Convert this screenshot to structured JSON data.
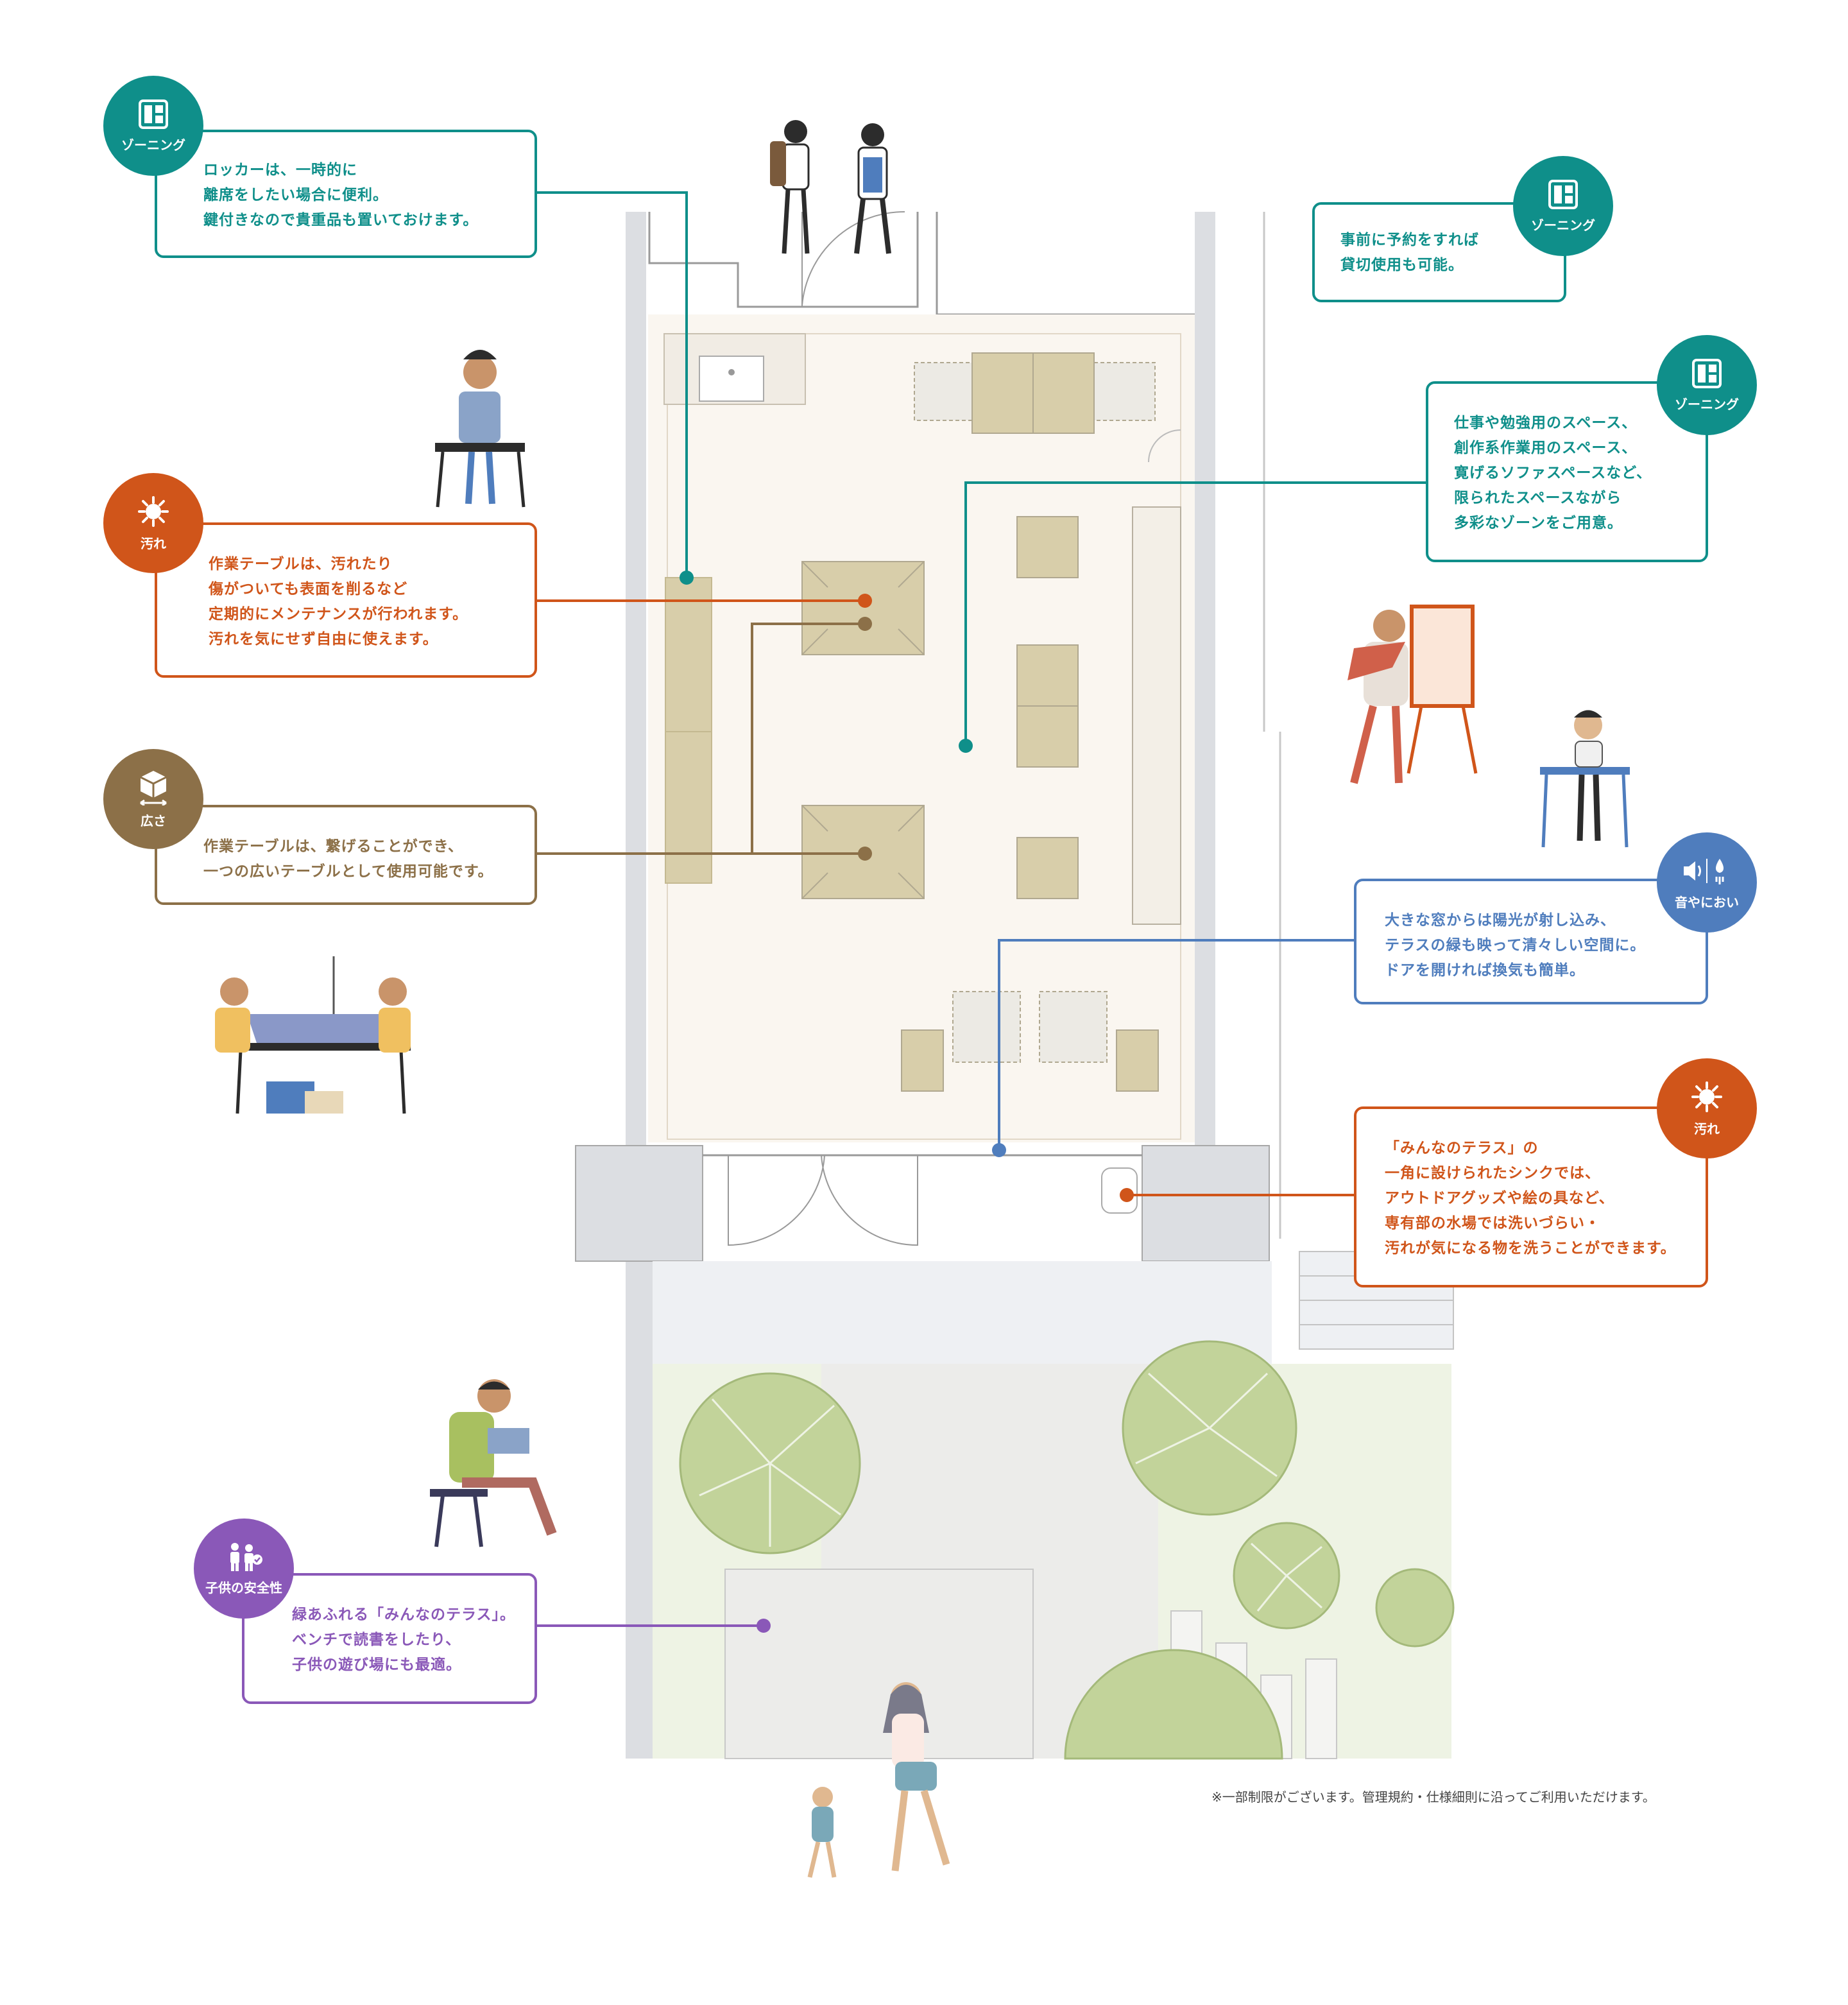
{
  "categories": {
    "zoning": "ゾーニング",
    "dirt": "汚れ",
    "space": "広さ",
    "sound_smell": "音やにおい",
    "child_safety": "子供の安全性"
  },
  "callouts": {
    "locker": [
      "ロッカーは、一時的に",
      "離席をしたい場合に便利。",
      "鍵付きなので貴重品も置いておけます。"
    ],
    "reservation": [
      "事前に予約をすれば",
      "貸切使用も可能。"
    ],
    "zones": [
      "仕事や勉強用のスペース、",
      "創作系作業用のスペース、",
      "寛げるソファスペースなど、",
      "限られたスペースながら",
      "多彩なゾーンをご用意。"
    ],
    "work_table_dirt": [
      "作業テーブルは、汚れたり",
      "傷がついても表面を削るなど",
      "定期的にメンテナンスが行われます。",
      "汚れを気にせず自由に使えます。"
    ],
    "work_table_connect": [
      "作業テーブルは、繋げることができ、",
      "一つの広いテーブルとして使用可能です。"
    ],
    "window": [
      "大きな窓からは陽光が射し込み、",
      "テラスの緑も映って清々しい空間に。",
      "ドアを開ければ換気も簡単。"
    ],
    "sink": [
      "「みんなのテラス」の",
      "一角に設けられたシンクでは、",
      "アウトドアグッズや絵の具など、",
      "専有部の水場では洗いづらい・",
      "汚れが気になる物を洗うことができます。"
    ],
    "terrace": [
      "緑あふれる「みんなのテラス」。",
      "ベンチで読書をしたり、",
      "子供の遊び場にも最適。"
    ]
  },
  "footnote": "※一部制限がございます。管理規約・仕様細則に沿ってご利用いただけます。",
  "colors": {
    "zoning": "#0f8f8a",
    "dirt": "#d0551a",
    "space": "#8c7048",
    "sound_smell": "#4f7dbd",
    "child_safety": "#8a58b8",
    "floor": "#faf6f0",
    "furniture": "#d8ceaa",
    "terrace": "#eef3e4",
    "tree": "#c2d39a"
  }
}
